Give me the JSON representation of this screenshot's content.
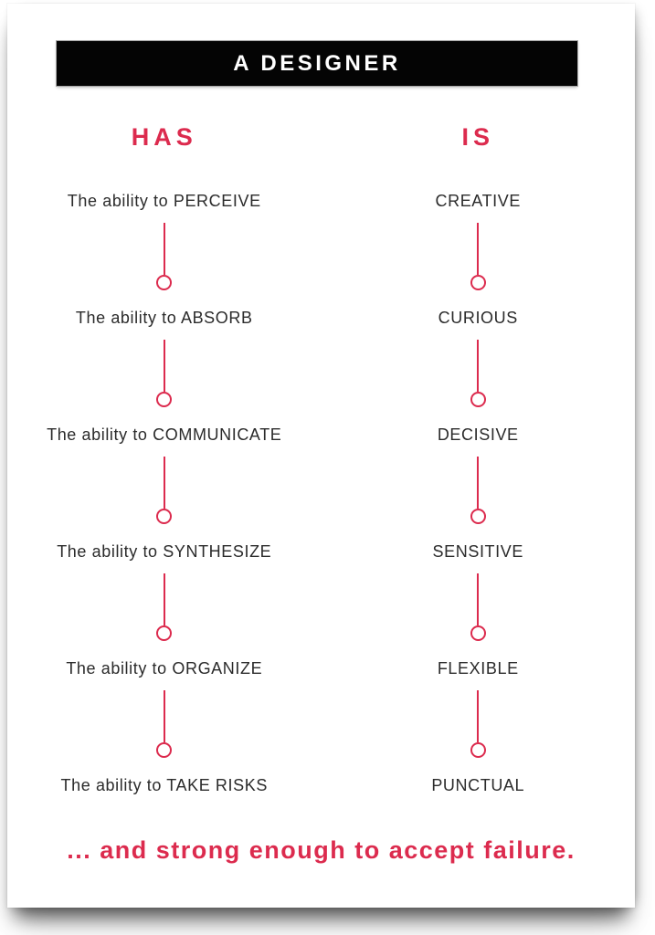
{
  "poster": {
    "title": "A DESIGNER",
    "columns": [
      {
        "heading": "HAS",
        "items": [
          "The ability to PERCEIVE",
          "The ability to ABSORB",
          "The ability to COMMUNICATE",
          "The ability to SYNTHESIZE",
          "The ability to ORGANIZE",
          "The ability to TAKE RISKS"
        ]
      },
      {
        "heading": "IS",
        "items": [
          "CREATIVE",
          "CURIOUS",
          "DECISIVE",
          "SENSITIVE",
          "FLEXIBLE",
          "PUNCTUAL"
        ]
      }
    ],
    "footer": "... and strong enough to accept failure.",
    "colors": {
      "accent": "#DC2B4E",
      "header_bg": "#040404",
      "text": "#2B2B2B"
    }
  }
}
